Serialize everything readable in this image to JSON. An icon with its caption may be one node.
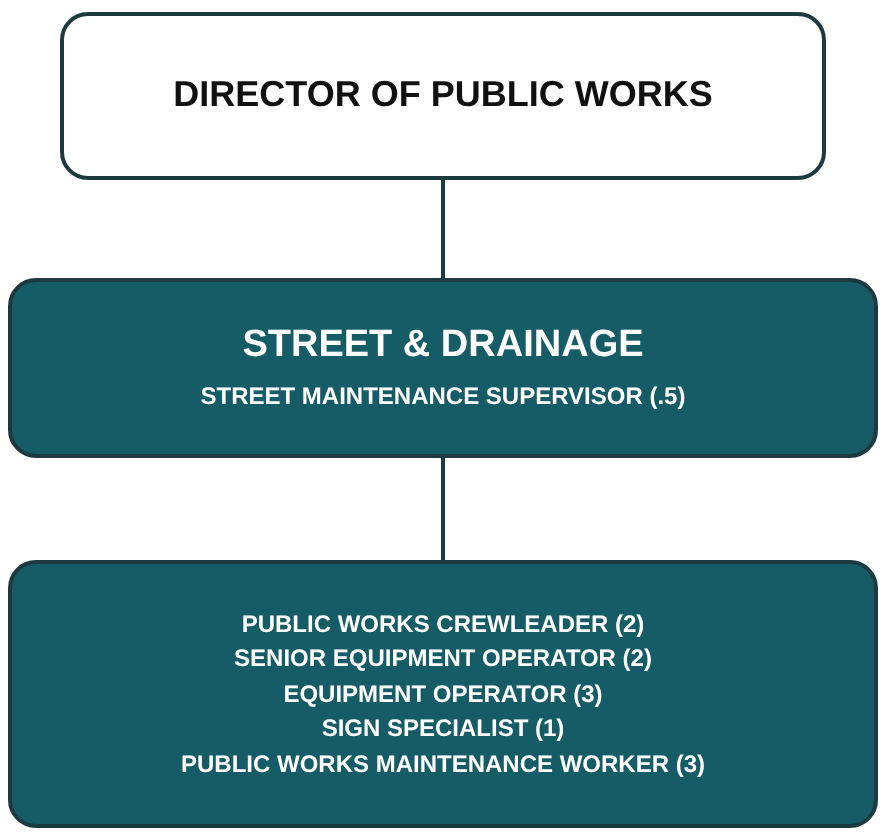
{
  "diagram": {
    "nodes": [
      {
        "text": [
          "DIRECTOR OF PUBLIC WORKS"
        ]
      },
      {
        "text": [
          "STREET & DRAINAGE",
          "STREET MAINTENANCE SUPERVISOR (.5)"
        ]
      },
      {
        "text": [
          "PUBLIC WORKS CREWLEADER (2)",
          "SENIOR EQUIPMENT OPERATOR (2)",
          "EQUIPMENT OPERATOR (3)",
          "SIGN SPECIALIST (1)",
          "PUBLIC WORKS MAINTENANCE WORKER (3)"
        ]
      }
    ],
    "edges": [
      {
        "from": 0,
        "to": 1,
        "arrow": "none"
      },
      {
        "from": 1,
        "to": 2,
        "arrow": "none"
      }
    ]
  }
}
